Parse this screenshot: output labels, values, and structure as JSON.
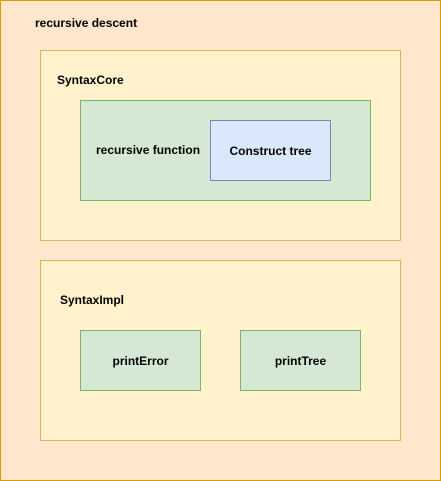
{
  "diagram": {
    "outer": {
      "title": "recursive descent",
      "fill": "#ffe6cc",
      "stroke": "#d79b00"
    },
    "syntax_core": {
      "title": "SyntaxCore",
      "fill": "#fff2cc",
      "stroke": "#d6b656",
      "recursive_function": {
        "label": "recursive function",
        "fill": "#d5e8d4",
        "stroke": "#82b366"
      },
      "construct_tree": {
        "label": "Construct tree",
        "fill": "#dae8fc",
        "stroke": "#6c8ebf"
      }
    },
    "syntax_impl": {
      "title": "SyntaxImpl",
      "fill": "#fff2cc",
      "stroke": "#d6b656",
      "print_error": {
        "label": "printError",
        "fill": "#d5e8d4",
        "stroke": "#82b366"
      },
      "print_tree": {
        "label": "printTree",
        "fill": "#d5e8d4",
        "stroke": "#82b366"
      }
    }
  }
}
